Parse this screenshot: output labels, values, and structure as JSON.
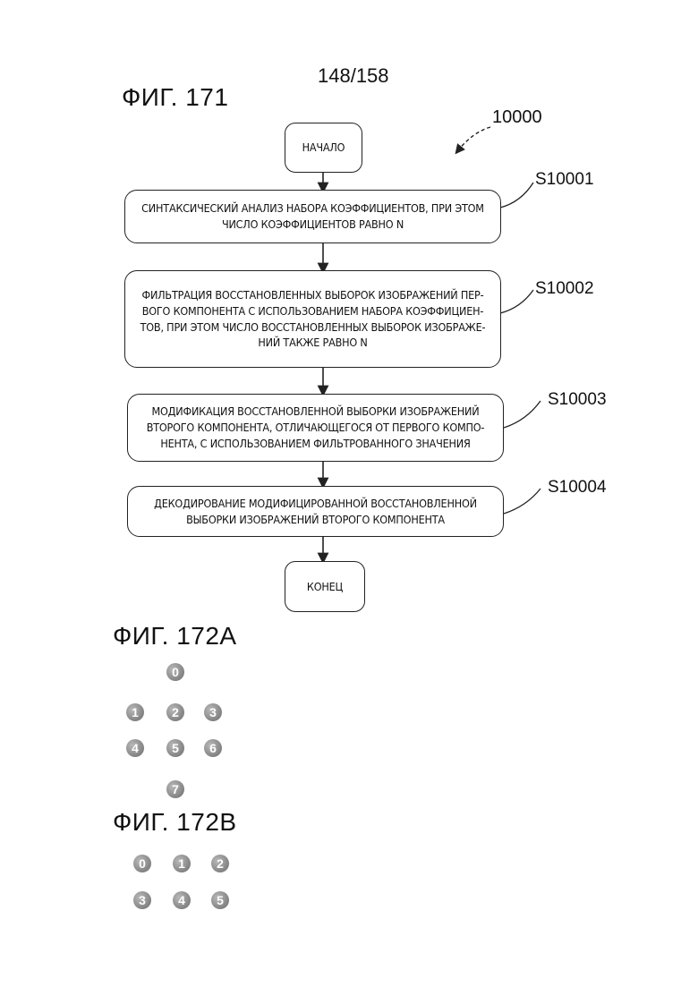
{
  "page_number": "148/158",
  "fig171": {
    "title": "ФИГ. 171",
    "ref": "10000",
    "start": "НАЧАЛО",
    "end": "КОНЕЦ",
    "steps": [
      {
        "label": "S10001",
        "lines": [
          "СИНТАКСИЧЕСКИЙ АНАЛИЗ НАБОРА КОЭФФИЦИЕНТОВ, ПРИ ЭТОМ",
          "ЧИСЛО КОЭФФИЦИЕНТОВ РАВНО N"
        ]
      },
      {
        "label": "S10002",
        "lines": [
          "ФИЛЬТРАЦИЯ ВОССТАНОВЛЕННЫХ ВЫБОРОК ИЗОБРАЖЕНИЙ ПЕР-",
          "ВОГО КОМПОНЕНТА С ИСПОЛЬЗОВАНИЕМ НАБОРА КОЭФФИЦИЕН-",
          "ТОВ, ПРИ ЭТОМ ЧИСЛО ВОССТАНОВЛЕННЫХ ВЫБОРОК ИЗОБРАЖЕ-",
          "НИЙ ТАКЖЕ РАВНО N"
        ]
      },
      {
        "label": "S10003",
        "lines": [
          "МОДИФИКАЦИЯ ВОССТАНОВЛЕННОЙ ВЫБОРКИ ИЗОБРАЖЕНИЙ",
          "ВТОРОГО КОМПОНЕНТА, ОТЛИЧАЮЩЕГОСЯ ОТ ПЕРВОГО КОМПО-",
          "НЕНТА, С ИСПОЛЬЗОВАНИЕМ ФИЛЬТРОВАННОГО ЗНАЧЕНИЯ"
        ]
      },
      {
        "label": "S10004",
        "lines": [
          "ДЕКОДИРОВАНИЕ МОДИФИЦИРОВАННОЙ ВОССТАНОВЛЕННОЙ",
          "ВЫБОРКИ ИЗОБРАЖЕНИЙ ВТОРОГО КОМПОНЕНТА"
        ]
      }
    ]
  },
  "fig172a": {
    "title": "ФИГ. 172A",
    "dots": [
      "0",
      "1",
      "2",
      "3",
      "4",
      "5",
      "6",
      "7"
    ]
  },
  "fig172b": {
    "title": "ФИГ. 172B",
    "dots": [
      "0",
      "1",
      "2",
      "3",
      "4",
      "5"
    ]
  }
}
